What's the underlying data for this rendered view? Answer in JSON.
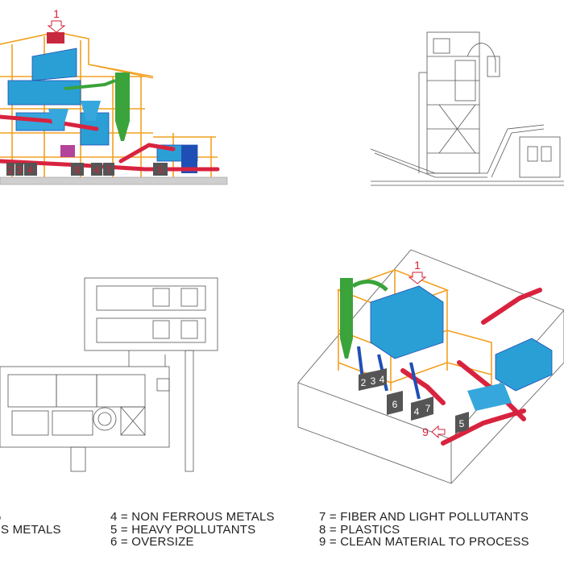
{
  "callouts": {
    "elevation_arrow_number": "1",
    "elevation_tags": [
      "2",
      "3",
      "4",
      "6",
      "4",
      "7",
      "5"
    ],
    "iso_arrow_number": "1",
    "iso_tags": [
      "2",
      "3",
      "4",
      "6",
      "4",
      "7",
      "5"
    ],
    "iso_output_number": "9"
  },
  "legend": {
    "col1": [
      "G",
      "US METALS"
    ],
    "col2": [
      "4 = NON FERROUS METALS",
      "5 = HEAVY POLLUTANTS",
      "6 = OVERSIZE"
    ],
    "col3": [
      "7 = FIBER AND LIGHT POLLUTANTS",
      "8 = PLASTICS",
      "9 = CLEAN MATERIAL TO PROCESS"
    ]
  },
  "colors": {
    "frame_orange": "#f2a020",
    "machine_blue": "#2a9fd6",
    "dark_blue": "#1f4fb5",
    "pipe_red": "#d8233f",
    "cyclone_green": "#3aa33a",
    "magenta": "#b4439a",
    "callout_red": "#d6203a",
    "line_gray": "#555555",
    "tag_dark": "#555555"
  }
}
